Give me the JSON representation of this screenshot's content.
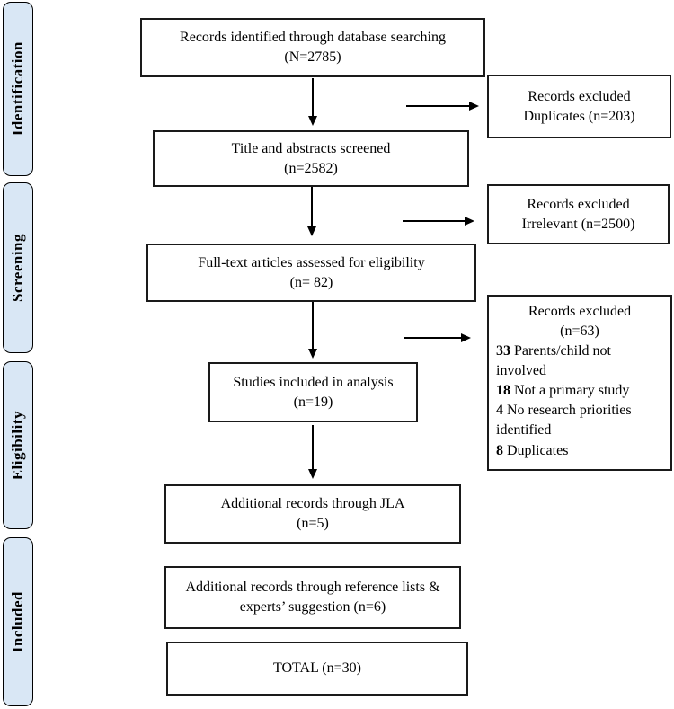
{
  "sidebar": {
    "stages": [
      {
        "label": "Identification"
      },
      {
        "label": "Screening"
      },
      {
        "label": "Eligibility"
      },
      {
        "label": "Included"
      }
    ]
  },
  "flow": {
    "records_identified": {
      "text": "Records identified through database searching",
      "count": "(N=2785)"
    },
    "title_screened": {
      "text": "Title and abstracts screened",
      "count": "(n=2582)"
    },
    "fulltext": {
      "text": "Full-text articles assessed for eligibility",
      "count": "(n= 82)"
    },
    "studies_included": {
      "text": "Studies included in analysis",
      "count": "(n=19)"
    },
    "jla": {
      "text": "Additional records through JLA",
      "count": "(n=5)"
    },
    "reference": {
      "text": "Additional records through reference lists & experts’ suggestion (n=6)"
    },
    "total": {
      "text": "TOTAL (n=30)"
    }
  },
  "excluded": {
    "duplicates": {
      "line1": "Records excluded",
      "line2": "Duplicates (n=203)"
    },
    "irrelevant": {
      "line1": "Records excluded",
      "line2": "Irrelevant (n=2500)"
    },
    "fulltext_excluded": {
      "line1": "Records excluded",
      "line2": "(n=63)",
      "items": [
        {
          "count": "33",
          "text": " Parents/child not involved"
        },
        {
          "count": "18",
          "text": " Not a primary study"
        },
        {
          "count": "4",
          "text": " No research priorities identified"
        },
        {
          "count": "8",
          "text": " Duplicates"
        }
      ]
    }
  },
  "colors": {
    "stage_fill": "#d9e7f5",
    "border": "#000000",
    "background": "#ffffff"
  }
}
